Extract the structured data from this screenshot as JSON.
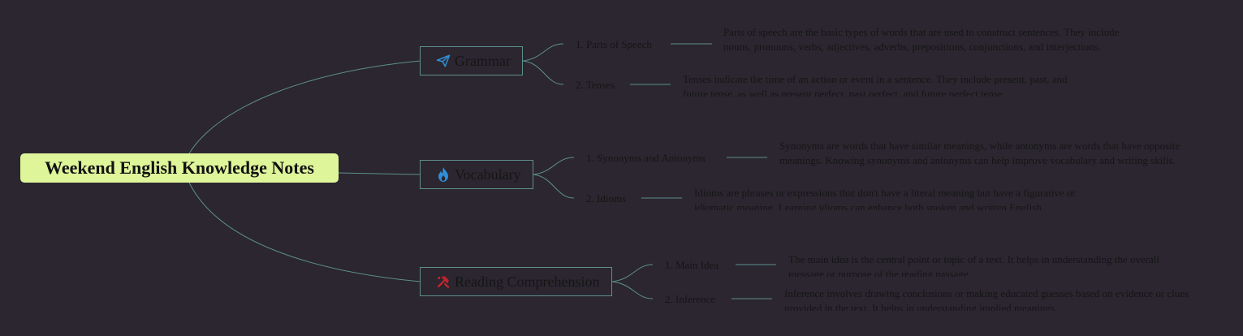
{
  "root": {
    "title": "Weekend English Knowledge Notes"
  },
  "branches": [
    {
      "label": "Grammar",
      "icon": "paper-plane-icon",
      "children": [
        {
          "label": "1. Parts of Speech",
          "description": "Parts of speech are the basic types of words that are used to construct sentences. They include nouns, pronouns, verbs, adjectives, adverbs, prepositions, conjunctions, and interjections."
        },
        {
          "label": "2. Tenses",
          "description": "Tenses indicate the time of an action or event in a sentence. They include present, past, and future tense, as well as present perfect, past perfect, and future perfect tense."
        }
      ]
    },
    {
      "label": "Vocabulary",
      "icon": "flame-icon",
      "children": [
        {
          "label": "1. Synonyms and Antonyms",
          "description": "Synonyms are words that have similar meanings, while antonyms are words that have opposite meanings. Knowing synonyms and antonyms can help improve vocabulary and writing skills."
        },
        {
          "label": "2. Idioms",
          "description": "Idioms are phrases or expressions that don't have a literal meaning but have a figurative or idiomatic meaning. Learning idioms can enhance both spoken and written English."
        }
      ]
    },
    {
      "label": "Reading Comprehension",
      "icon": "tools-icon",
      "children": [
        {
          "label": "1. Main Idea",
          "description": "The main idea is the central point or topic of a text. It helps in understanding the overall message or purpose of the reading passage."
        },
        {
          "label": "2. Inference",
          "description": "Inference involves drawing conclusions or making educated guesses based on evidence or clues provided in the text. It helps in understanding implied meanings."
        }
      ]
    }
  ],
  "colors": {
    "background": "#2b2630",
    "root_fill": "#dff59a",
    "connector": "#5e8f8d",
    "text": "#151515",
    "icon_plane": "#2f8fd6",
    "icon_flame": "#2f8fd6",
    "icon_tools": "#c8262c"
  }
}
